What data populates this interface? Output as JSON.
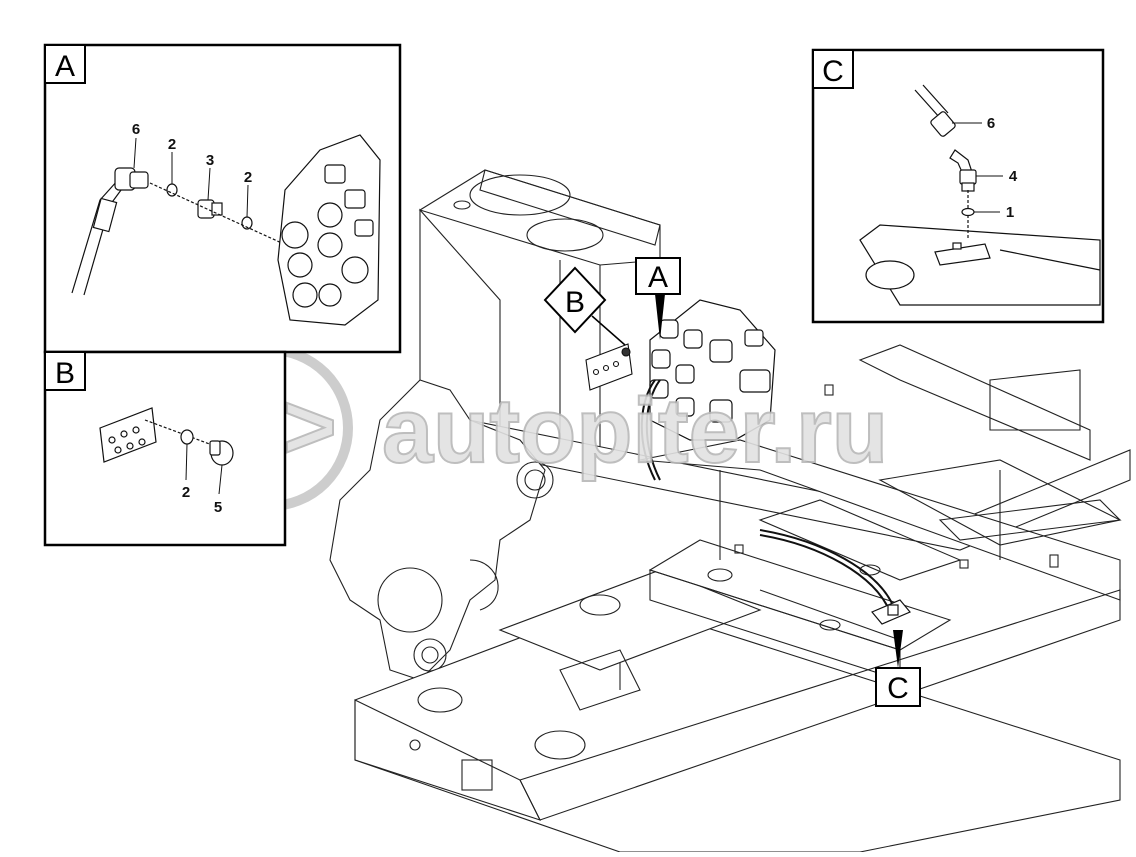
{
  "watermark": {
    "text": "autopiter.ru"
  },
  "views": {
    "A": {
      "label": "A",
      "callouts": [
        "6",
        "2",
        "3",
        "2"
      ]
    },
    "B": {
      "label": "B",
      "callouts": [
        "2",
        "5"
      ]
    },
    "C": {
      "label": "C",
      "callouts": [
        "6",
        "4",
        "1"
      ]
    }
  },
  "markers": {
    "A": "A",
    "B": "B",
    "C": "C"
  }
}
